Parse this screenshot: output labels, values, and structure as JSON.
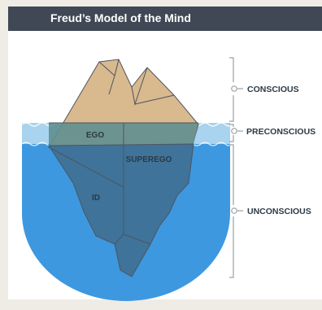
{
  "title": "Freud’s Model of the Mind",
  "ice_labels": {
    "ego": "EGO",
    "superego": "SUPEREGO",
    "id": "ID"
  },
  "layers": {
    "conscious": "CONSCIOUS",
    "preconscious": "PRECONSCIOUS",
    "unconscious": "UNCONSCIOUS"
  },
  "colors": {
    "title_bar": "#404856",
    "ice_above": "#d9b98e",
    "ice_in_band": "#5f8f8f",
    "ice_below": "#3f7399",
    "water_band": "#a9d3ee",
    "water_deep": "#3d98e0",
    "bracket": "#9aa0a6"
  }
}
